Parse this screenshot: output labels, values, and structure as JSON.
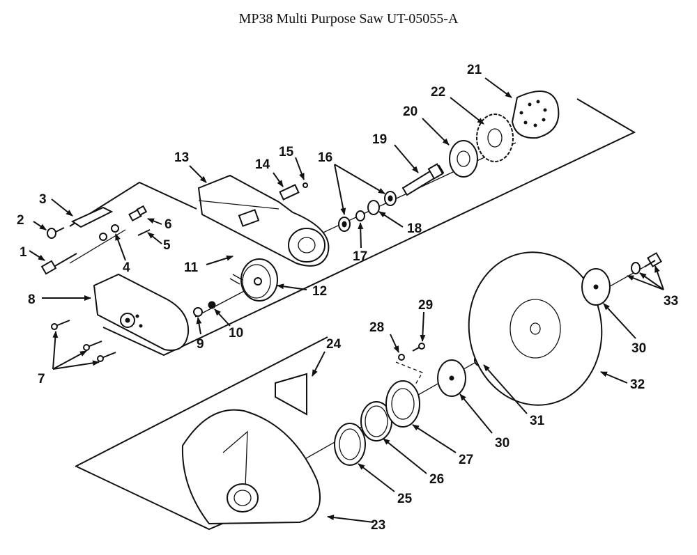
{
  "title": "MP38 Multi Purpose Saw UT-05055-A",
  "callouts": [
    "1",
    "2",
    "3",
    "4",
    "5",
    "6",
    "7",
    "8",
    "9",
    "10",
    "11",
    "12",
    "13",
    "14",
    "15",
    "16",
    "17",
    "18",
    "19",
    "20",
    "21",
    "22",
    "23",
    "24",
    "25",
    "26",
    "27",
    "28",
    "29",
    "30",
    "30",
    "31",
    "32",
    "33"
  ]
}
